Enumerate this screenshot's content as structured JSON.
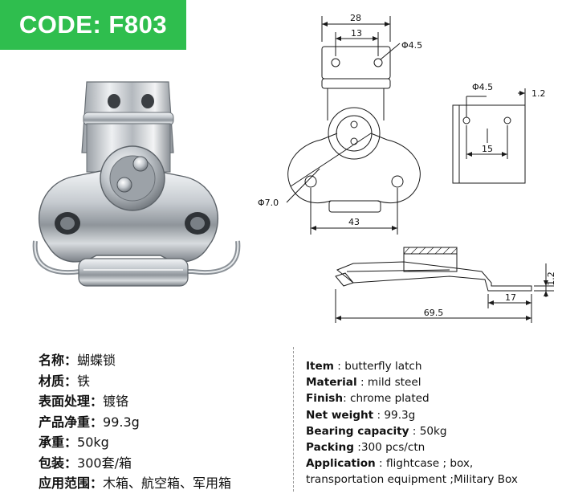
{
  "product": {
    "code": "CODE: F803"
  },
  "dimensions": {
    "front_top_width": "28",
    "front_hole_spacing": "13",
    "front_hole_dia": "Φ4.5",
    "front_large_hole_dia": "Φ7.0",
    "front_bottom_spacing": "43",
    "plate_hole_dia": "Φ4.5",
    "plate_thickness": "1.2",
    "plate_hole_spacing": "15",
    "side_thickness": "1.2",
    "side_step_length": "17",
    "side_total_length": "69.5"
  },
  "specs_cn": [
    {
      "label": "名称",
      "sep": "：",
      "value": "蝴蝶锁"
    },
    {
      "label": "材质",
      "sep": "：",
      "value": "铁"
    },
    {
      "label": "表面处理",
      "sep": "：",
      "value": "镀铬"
    },
    {
      "label": "产品净重",
      "sep": "：",
      "value": "99.3g"
    },
    {
      "label": "承重",
      "sep": "：",
      "value": "50kg"
    },
    {
      "label": "包装",
      "sep": "：",
      "value": "300套/箱"
    },
    {
      "label": "应用范围",
      "sep": "：",
      "value": "木箱、航空箱、军用箱"
    }
  ],
  "specs_en": [
    {
      "label": "Item",
      "sep": " : ",
      "value": "butterfly latch"
    },
    {
      "label": "Material",
      "sep": " : ",
      "value": "mild steel"
    },
    {
      "label": "Finish",
      "sep": ": ",
      "value": "chrome plated"
    },
    {
      "label": "Net weight",
      "sep": " : ",
      "value": "99.3g"
    },
    {
      "label": "Bearing capacity",
      "sep": " : ",
      "value": "50kg"
    },
    {
      "label": "Packing",
      "sep": " :",
      "value": "300 pcs/ctn"
    },
    {
      "label": "Application",
      "sep": " : ",
      "value": "flightcase ; box,"
    },
    {
      "label": "",
      "sep": "",
      "value": "transportation equipment ;Military Box"
    }
  ]
}
